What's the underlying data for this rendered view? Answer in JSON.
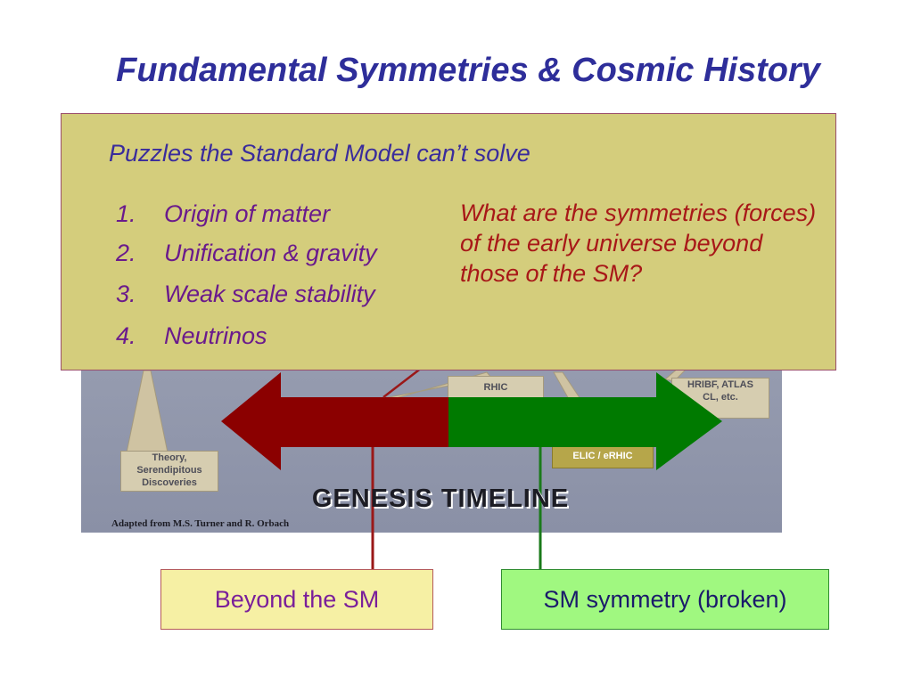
{
  "title": "Fundamental Symmetries & Cosmic History",
  "background_figure": {
    "labels": {
      "theory": "Theory, Serendipitous Discoveries",
      "rhic": "RHIC",
      "hribf": "HRIBF, ATLAS",
      "etc": "CL, etc.",
      "elic": "ELIC / eRHIC"
    },
    "genesis_timeline": "GENESIS TIMELINE",
    "credit": "Adapted from M.S. Turner and R. Orbach"
  },
  "panel": {
    "heading": "Puzzles the Standard Model can’t solve",
    "puzzles": [
      {
        "num": "1.",
        "text": "Origin of matter"
      },
      {
        "num": "2.",
        "text": "Unification & gravity"
      },
      {
        "num": "3.",
        "text": "Weak scale stability"
      },
      {
        "num": "4.",
        "text": "Neutrinos"
      }
    ],
    "question": "What are the symmetries (forces) of the early universe beyond those of the SM?"
  },
  "boxes": {
    "beyond_sm": "Beyond the SM",
    "sm_symmetry": "SM symmetry (broken)"
  },
  "colors": {
    "left_arrow": "#8b0000",
    "right_arrow": "#007a00",
    "beyond_line": "#9a1818",
    "sm_line": "#1a7a1a"
  }
}
